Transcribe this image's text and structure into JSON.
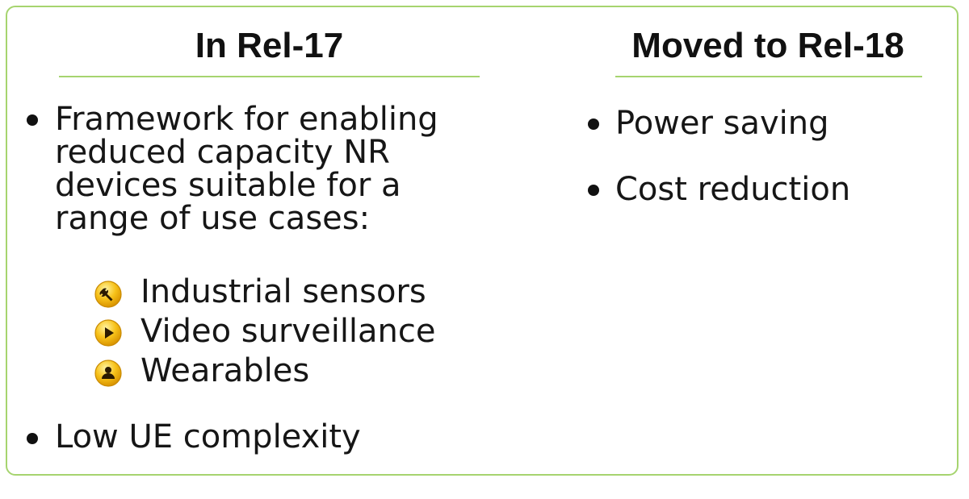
{
  "left_column": {
    "heading": "In Rel-17",
    "bullet1": {
      "lines": [
        "Framework for enabling",
        "reduced capacity NR",
        "devices suitable for a",
        "range of use cases:"
      ]
    },
    "use_cases": [
      {
        "label": "Industrial sensors",
        "icon": "wrench-icon"
      },
      {
        "label": "Video surveillance",
        "icon": "play-icon"
      },
      {
        "label": "Wearables",
        "icon": "person-icon"
      }
    ],
    "bullet2": "Low UE complexity"
  },
  "right_column": {
    "heading": "Moved to Rel-18",
    "bullets": [
      "Power saving",
      "Cost reduction"
    ]
  },
  "colors": {
    "accent_green": "#a6d46f",
    "icon_gold": "#f7c21a",
    "text": "#161616"
  }
}
